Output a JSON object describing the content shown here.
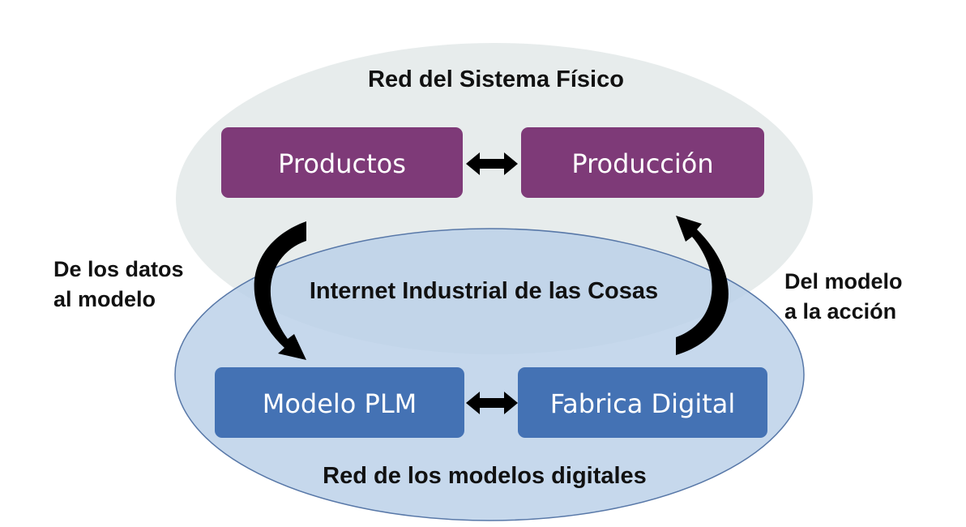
{
  "diagram": {
    "physical_network_title": "Red del Sistema Físico",
    "digital_network_title": "Red de los modelos digitales",
    "center_label": "Internet Industrial de las Cosas",
    "left_caption": {
      "line1": "De los datos",
      "line2": "al modelo"
    },
    "right_caption": {
      "line1": "Del modelo",
      "line2": "a la acción"
    },
    "boxes": {
      "products": "Productos",
      "production": "Producción",
      "plm_model": "Modelo PLM",
      "digital_factory": "Fabrica Digital"
    },
    "colors": {
      "physical_box": "#7e3a78",
      "digital_box": "#4472b4",
      "physical_ellipse": "#e7ecec",
      "digital_ellipse": "#b9d0e8",
      "ellipse_stroke": "#5878a8",
      "arrow": "#000000"
    }
  }
}
